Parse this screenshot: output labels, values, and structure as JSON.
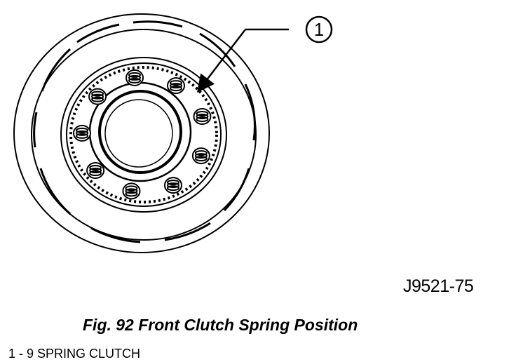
{
  "callout": {
    "number": "1"
  },
  "figure": {
    "drawing_id": "J9521-75",
    "caption": "Fig. 92 Front Clutch Spring Position"
  },
  "legend": [
    {
      "text": "1 - 9 SPRING CLUTCH"
    }
  ],
  "spring_count": 9
}
